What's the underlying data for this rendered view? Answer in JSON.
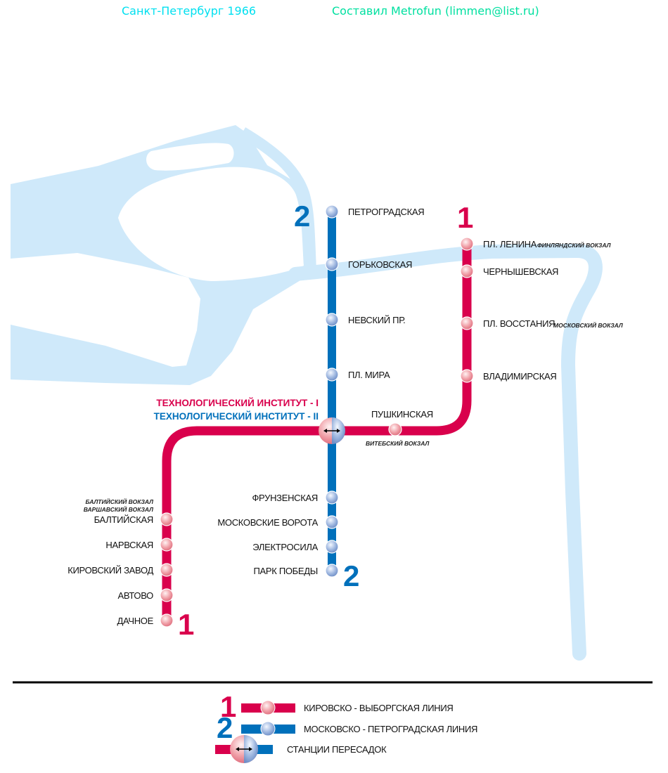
{
  "header": {
    "title": "Санкт-Петербург 1966",
    "credit": "Составил Metrofun (limmen@list.ru)"
  },
  "colors": {
    "line1": "#d9004c",
    "line2": "#0070bb",
    "water": "#cfe9fa",
    "header_title": "#00e0f0",
    "header_credit": "#00e0a0"
  },
  "line1": {
    "number": "1",
    "stations_north": [
      "ПЛ. ЛЕНИНА",
      "ЧЕРНЫШЕВСКАЯ",
      "ПЛ. ВОССТАНИЯ",
      "ВЛАДИМИРСКАЯ"
    ],
    "pushkinskaya": "ПУШКИНСКАЯ",
    "stations_south": [
      "БАЛТИЙСКАЯ",
      "НАРВСКАЯ",
      "КИРОВСКИЙ ЗАВОД",
      "АВТОВО",
      "ДАЧНОЕ"
    ],
    "rail_notes": {
      "finlyandsky": "ФИНЛЯНДСКИЙ ВОКЗАЛ",
      "moskovsky": "МОСКОВСКИЙ ВОКЗАЛ",
      "vitebsky": "ВИТЕБСКИЙ ВОКЗАЛ",
      "baltiysky": "БАЛТИЙСКИЙ ВОКЗАЛ",
      "varshavsky": "ВАРШАВСКИЙ ВОКЗАЛ"
    }
  },
  "line2": {
    "number": "2",
    "stations_north": [
      "ПЕТРОГРАДСКАЯ",
      "ГОРЬКОВСКАЯ",
      "НЕВСКИЙ ПР.",
      "ПЛ. МИРА"
    ],
    "stations_south": [
      "ФРУНЗЕНСКАЯ",
      "МОСКОВСКИЕ ВОРОТА",
      "ЭЛЕКТРОСИЛА",
      "ПАРК ПОБЕДЫ"
    ]
  },
  "interchange": {
    "label_line1": "ТЕХНОЛОГИЧЕСКИЙ ИНСТИТУТ - I",
    "label_line2": "ТЕХНОЛОГИЧЕСКИЙ ИНСТИТУТ - II"
  },
  "legend": {
    "line1_number": "1",
    "line1_label": "КИРОВСКО - ВЫБОРГСКАЯ ЛИНИЯ",
    "line2_number": "2",
    "line2_label": "МОСКОВСКО - ПЕТРОГРАДСКАЯ ЛИНИЯ",
    "transfer_label": "СТАНЦИИ ПЕРЕСАДОК"
  }
}
